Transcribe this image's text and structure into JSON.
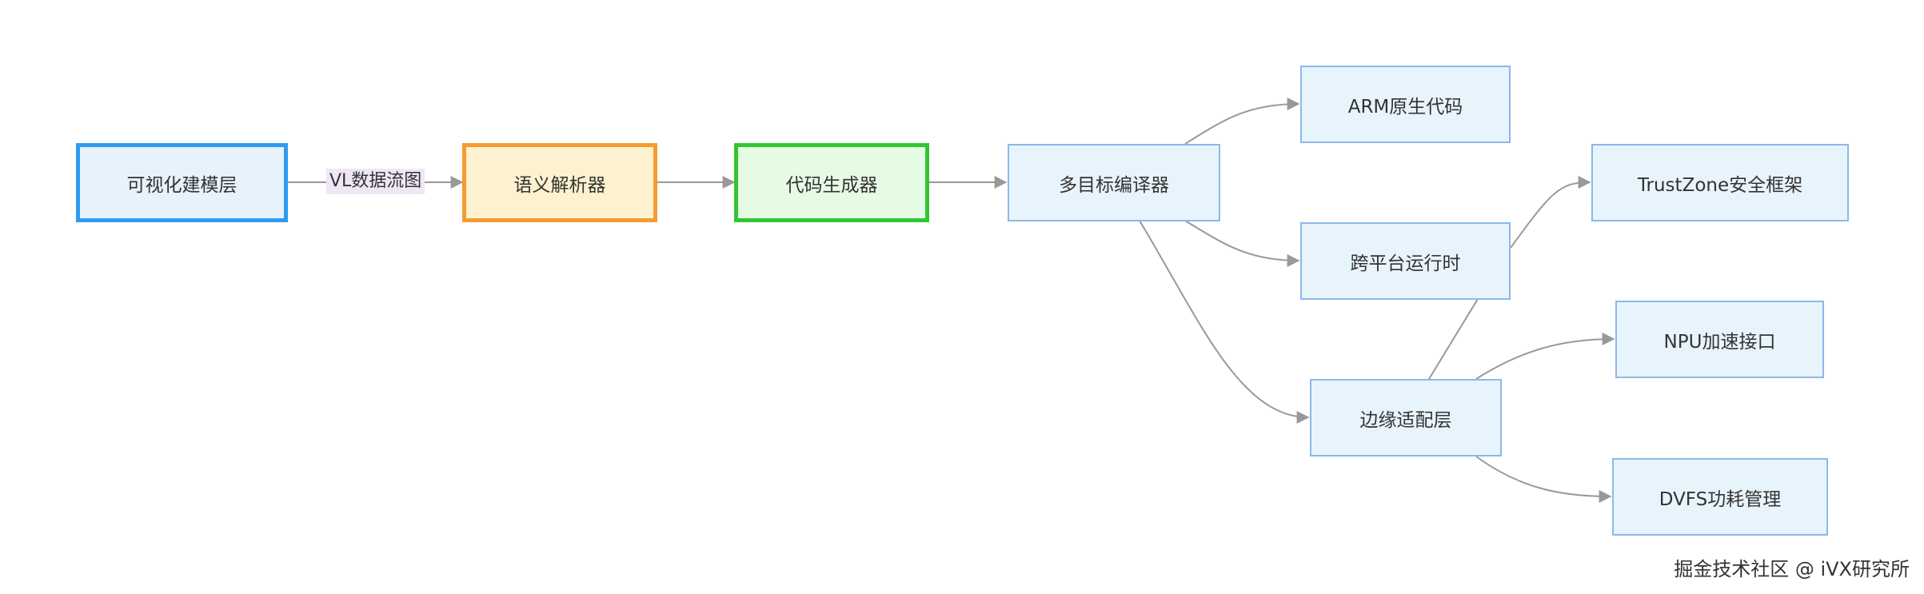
{
  "nodes": {
    "visual_modeling": {
      "label": "可视化建模层",
      "fill": "#e6f3fd",
      "stroke": "#2e9bf0"
    },
    "semantic_parser": {
      "label": "语义解析器",
      "fill": "#fdf1cf",
      "stroke": "#f49b32"
    },
    "code_generator": {
      "label": "代码生成器",
      "fill": "#e6fbe4",
      "stroke": "#32c632"
    },
    "multi_target_compiler": {
      "label": "多目标编译器"
    },
    "arm_native_code": {
      "label": "ARM原生代码"
    },
    "cross_platform_runtime": {
      "label": "跨平台运行时"
    },
    "edge_adaptation": {
      "label": "边缘适配层"
    },
    "trustzone": {
      "label": "TrustZone安全框架"
    },
    "npu_interface": {
      "label": "NPU加速接口"
    },
    "dvfs": {
      "label": "DVFS功耗管理"
    }
  },
  "edge_label": "VL数据流图",
  "watermark": "掘金技术社区 @ iVX研究所",
  "colors": {
    "default_fill": "#e8f4fc",
    "default_stroke": "#8db8e8",
    "edge": "#999999",
    "edge_label_bg": "#efe6f6"
  }
}
